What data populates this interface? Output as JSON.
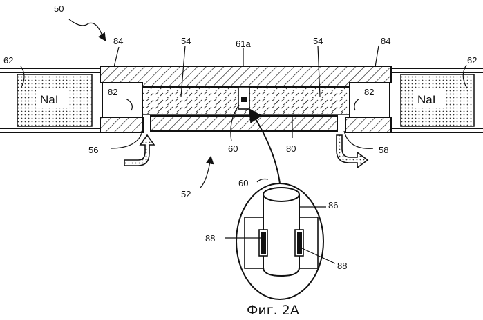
{
  "figure": {
    "caption": "Фиг. 2А",
    "labels": {
      "l50": "50",
      "l84a": "84",
      "l84b": "84",
      "l54a": "54",
      "l54b": "54",
      "l61a": "61a",
      "l62a": "62",
      "l62b": "62",
      "l82a": "82",
      "l82b": "82",
      "l56": "56",
      "l58": "58",
      "l60a": "60",
      "l60b": "60",
      "l80": "80",
      "l52": "52",
      "l86": "86",
      "l88a": "88",
      "l88b": "88"
    },
    "nai_left": "NaI",
    "nai_right": "NaI"
  }
}
